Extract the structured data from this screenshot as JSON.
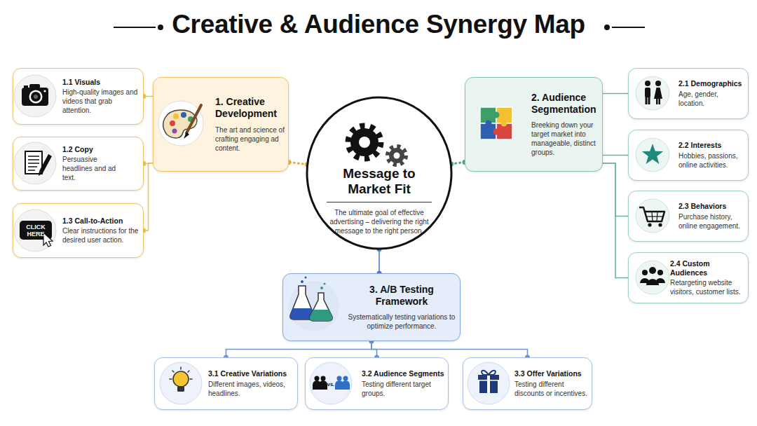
{
  "diagram": {
    "title": "Creative & Audience Synergy Map",
    "nodes": [
      {
        "text": [
          "1. Creative Development",
          "The art and science of crafting engaging ad content."
        ]
      },
      {
        "text": [
          "1.1 Visuals",
          "High-quality images and videos that grab attention."
        ]
      },
      {
        "text": [
          "1.2 Copy",
          "Persuasive headlines and ad text."
        ]
      },
      {
        "text": [
          "1.3 Call-to-Action",
          "Clear instructions for the desired user action."
        ]
      },
      {
        "text": [
          "Message to Market Fit",
          "The ultimate goal of effective advertising – delivering the right message to the right person."
        ]
      },
      {
        "text": [
          "2. Audience Segmentation",
          "Breeking down your target market into manageable, distinct groups."
        ]
      },
      {
        "text": [
          "2.1 Demographics",
          "Age, gender, location."
        ]
      },
      {
        "text": [
          "2.2 Interests",
          "Hobbies, passions, online activities."
        ]
      },
      {
        "text": [
          "2.3 Behaviors",
          "Purchase history, online engagement."
        ]
      },
      {
        "text": [
          "2.4 Custom Audiences",
          "Retargeting website visitors, customer lists."
        ]
      },
      {
        "text": [
          "3. A/B Testing Framework",
          "Systematically testing variations to optimize performance."
        ]
      },
      {
        "text": [
          "3.1 Creative Variations",
          "Different images, videos, headlines."
        ]
      },
      {
        "text": [
          "3.2 Audience Segments",
          "Testing different target groups."
        ]
      },
      {
        "text": [
          "3.3 Offer Variations",
          "Testing different discounts or incentives."
        ]
      }
    ],
    "edges": [
      {
        "from": 4,
        "to": 0,
        "arrow": "none"
      },
      {
        "from": 4,
        "to": 5,
        "arrow": "none"
      },
      {
        "from": 4,
        "to": 10,
        "arrow": "none"
      },
      {
        "from": 0,
        "to": 1,
        "arrow": "none"
      },
      {
        "from": 0,
        "to": 2,
        "arrow": "none"
      },
      {
        "from": 0,
        "to": 3,
        "arrow": "none"
      },
      {
        "from": 5,
        "to": 6,
        "arrow": "none"
      },
      {
        "from": 5,
        "to": 7,
        "arrow": "none"
      },
      {
        "from": 5,
        "to": 8,
        "arrow": "none"
      },
      {
        "from": 5,
        "to": 9,
        "arrow": "none"
      },
      {
        "from": 10,
        "to": 11,
        "arrow": "none"
      },
      {
        "from": 10,
        "to": 12,
        "arrow": "none"
      },
      {
        "from": 10,
        "to": 13,
        "arrow": "none"
      }
    ],
    "labels": [
      "CLICK HERE",
      "vs."
    ]
  }
}
